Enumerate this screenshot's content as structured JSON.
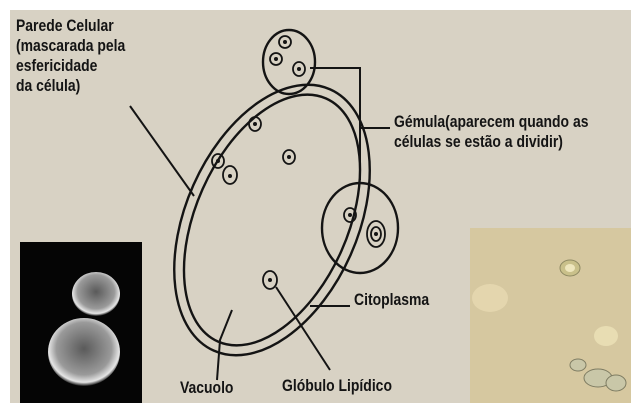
{
  "labels": {
    "cell_wall": [
      "Parede Celular",
      "(mascarada pela",
      "esfericidade",
      "da célula)"
    ],
    "bud": [
      "Gémula(aparecem quando as",
      "células se estão a dividir)"
    ],
    "cytoplasm": "Citoplasma",
    "vacuole": "Vacuolo",
    "lipid_globule": "Glóbulo Lipídico"
  },
  "colors": {
    "background": "#d8d2c4",
    "ink": "#141414"
  }
}
